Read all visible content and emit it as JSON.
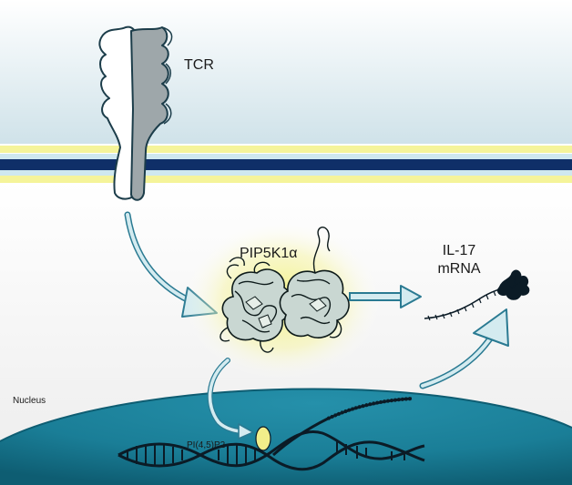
{
  "labels": {
    "receptor": "TCR",
    "enzyme": "PIP5K1α",
    "transcript_line1": "IL-17",
    "transcript_line2": "mRNA",
    "compartment": "Nucleus",
    "lipid": "PI(4,5)P2"
  },
  "colors": {
    "extracellular_top": "#cfe2e9",
    "membrane_outer": "#f5f49a",
    "membrane_core": "#0f2f68",
    "cytoplasm": "#f4f4f4",
    "nucleus_fill": "#1a7e97",
    "nucleus_shade": "#0e5d72",
    "arrow_fill": "#d4ebf0",
    "arrow_stroke": "#2a7a92",
    "dna": "#0b1b26",
    "receptor_light": "#ffffff",
    "receptor_dark": "#9ea7aa",
    "receptor_outline": "#1c3d4a",
    "glow": "#f3f27a",
    "lipid_fill": "#f2ee8a"
  }
}
